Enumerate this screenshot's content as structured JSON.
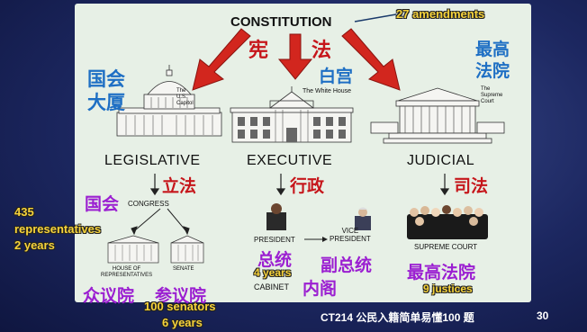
{
  "header": {
    "title": "CONSTITUTION",
    "amendments": "27 amendments",
    "constitution_cn_1": "宪",
    "constitution_cn_2": "法"
  },
  "buildings": {
    "capitol": {
      "cn_line1": "国会",
      "cn_line2": "大厦",
      "label": "The\nU.S.\nCapitol"
    },
    "white_house": {
      "cn": "白宫",
      "label": "The White House"
    },
    "court": {
      "cn_line1": "最高",
      "cn_line2": "法院",
      "label": "The\nSupreme\nCourt"
    }
  },
  "branches": {
    "legislative": {
      "en": "LEGISLATIVE",
      "cn": "立法"
    },
    "executive": {
      "en": "EXECUTIVE",
      "cn": "行政"
    },
    "judicial": {
      "en": "JUDICIAL",
      "cn": "司法"
    }
  },
  "legislative_detail": {
    "congress_cn": "国会",
    "congress_en": "CONGRESS",
    "house_label": "HOUSE OF\nREPRESENTATIVES",
    "senate_label": "SENATE",
    "house_cn": "众议院",
    "senate_cn": "参议院",
    "reps_count": "435",
    "reps_label": "representatives",
    "reps_term": "2 years",
    "senators": "100 senators",
    "senators_term": "6 years"
  },
  "executive_detail": {
    "president": "PRESIDENT",
    "vice_president": "VICE\nPRESIDENT",
    "president_cn": "总统",
    "vp_cn": "副总统",
    "term": "4 years",
    "cabinet": "CABINET",
    "cabinet_cn": "内阁"
  },
  "judicial_detail": {
    "supreme_court": "SUPREME COURT",
    "supreme_court_cn": "最高法院",
    "justices": "9 justices"
  },
  "footer": {
    "course": "CT214 公民入籍简单易懂100 题",
    "page": "30"
  },
  "colors": {
    "arrow_red": "#d2261e",
    "panel_bg": "#e7f0e6",
    "slide_bg": "#1c2760",
    "highlight_yellow": "#f7d33a"
  }
}
